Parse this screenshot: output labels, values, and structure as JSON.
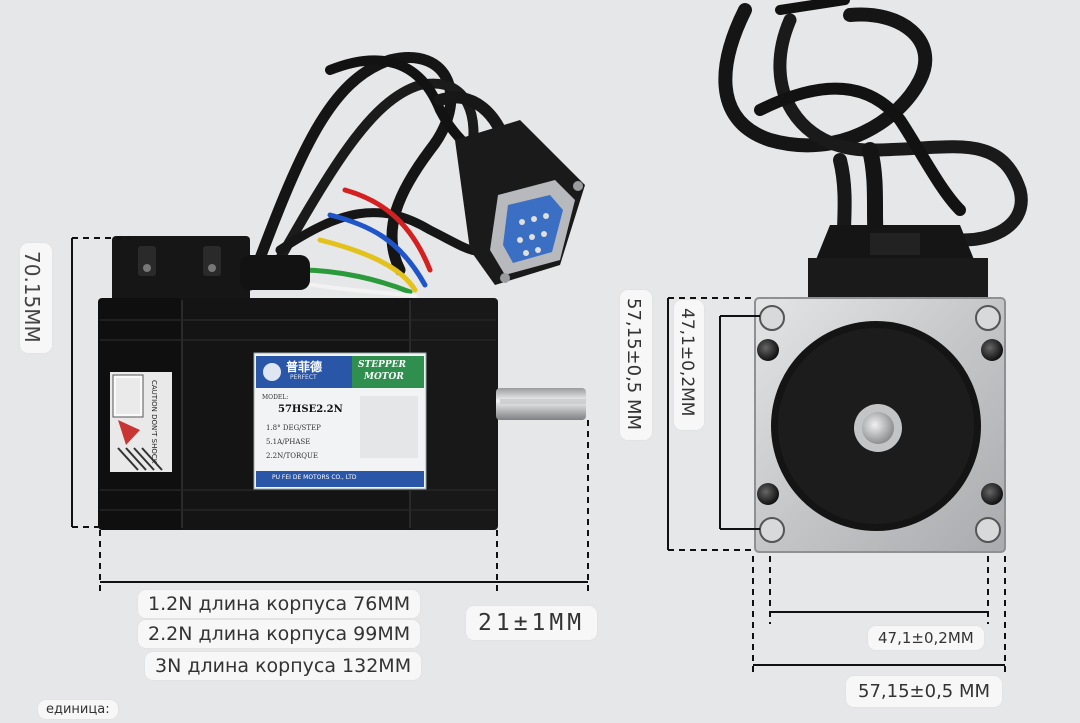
{
  "dimensions": {
    "height": "70.15MM",
    "face_outer_vertical": "57,15±0,5 MM",
    "face_inner_vertical": "47,1±0,2MM",
    "shaft_length": "21±1MM",
    "face_inner_horizontal": "47,1±0,2MM",
    "face_outer_horizontal": "57,15±0,5 MM"
  },
  "body_lengths": [
    "1.2N длина корпуса 76MM",
    "2.2N длина корпуса 99MM",
    "3N длина корпуса 132MM"
  ],
  "unit_label": "единица:",
  "motor_label": {
    "brand": "普菲德",
    "brand_en": "PERFECT",
    "type_line1": "STEPPER",
    "type_line2": "MOTOR",
    "model_prefix": "MODEL:",
    "model": "57HSE2.2N",
    "specs": [
      "1.8° DEG/STEP",
      "5.1A/PHASE",
      "2.2N/TORQUE"
    ],
    "maker": "PU FEI DE MOTORS CO., LTD"
  },
  "caution_text": "CAUTION DON'T SHOCK",
  "colors": {
    "background": "#e6e7e8",
    "motor_body": "#141414",
    "label_blue": "#2a56a8",
    "label_green": "#2f8f4e",
    "connector_blue": "#3a6fc4",
    "face_plate": "#c9cbcd"
  }
}
